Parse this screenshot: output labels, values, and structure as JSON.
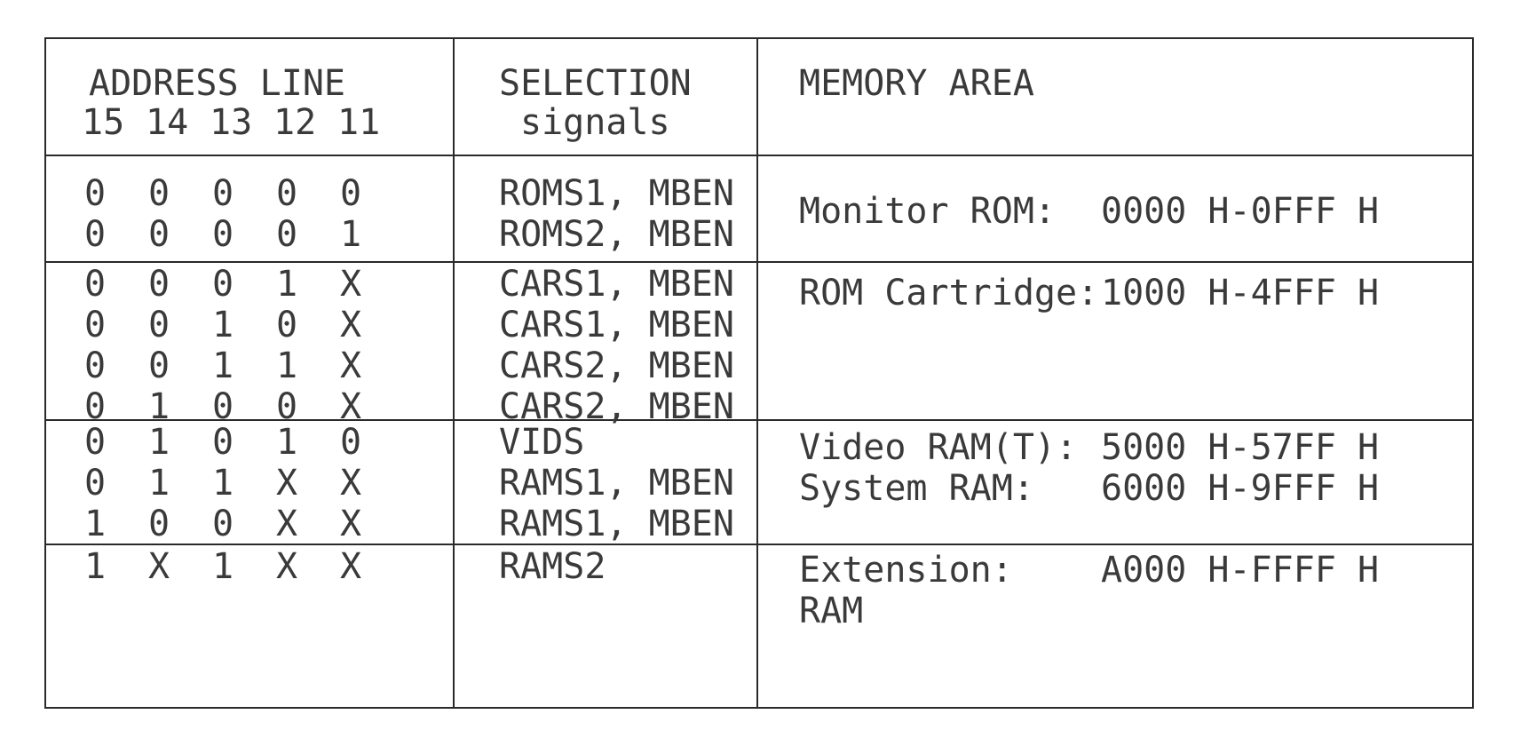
{
  "header": {
    "address_line_title": "ADDRESS LINE",
    "address_line_bits": [
      "15",
      "14",
      "13",
      "12",
      "11"
    ],
    "selection_title_1": "SELECTION",
    "selection_title_2": "signals",
    "memory_title": "MEMORY AREA"
  },
  "groups": [
    {
      "rows": [
        {
          "bits": [
            "0",
            "0",
            "0",
            "0",
            "0"
          ],
          "signals": "ROMS1, MBEN"
        },
        {
          "bits": [
            "0",
            "0",
            "0",
            "0",
            "1"
          ],
          "signals": "ROMS2, MBEN"
        }
      ],
      "memory": [
        {
          "label": "Monitor ROM:",
          "range": "0000 H-0FFF H"
        }
      ]
    },
    {
      "rows": [
        {
          "bits": [
            "0",
            "0",
            "0",
            "1",
            "X"
          ],
          "signals": "CARS1, MBEN"
        },
        {
          "bits": [
            "0",
            "0",
            "1",
            "0",
            "X"
          ],
          "signals": "CARS1, MBEN"
        },
        {
          "bits": [
            "0",
            "0",
            "1",
            "1",
            "X"
          ],
          "signals": "CARS2, MBEN"
        },
        {
          "bits": [
            "0",
            "1",
            "0",
            "0",
            "X"
          ],
          "signals": "CARS2, MBEN"
        }
      ],
      "memory": [
        {
          "label": "ROM Cartridge:",
          "range": "1000 H-4FFF H"
        }
      ]
    },
    {
      "rows": [
        {
          "bits": [
            "0",
            "1",
            "0",
            "1",
            "0"
          ],
          "signals": "VIDS"
        },
        {
          "bits": [
            "0",
            "1",
            "1",
            "X",
            "X"
          ],
          "signals": "RAMS1, MBEN"
        },
        {
          "bits": [
            "1",
            "0",
            "0",
            "X",
            "X"
          ],
          "signals": "RAMS1, MBEN"
        }
      ],
      "memory": [
        {
          "label": "Video RAM(T):",
          "range": "5000 H-57FF H"
        },
        {
          "label": "System RAM:",
          "range": "6000 H-9FFF H"
        }
      ]
    },
    {
      "rows": [
        {
          "bits": [
            "1",
            "X",
            "1",
            "X",
            "X"
          ],
          "signals": "RAMS2"
        }
      ],
      "memory": [
        {
          "label": "Extension:",
          "range": "A000 H-FFFF H"
        },
        {
          "label": "RAM",
          "range": ""
        }
      ]
    }
  ]
}
